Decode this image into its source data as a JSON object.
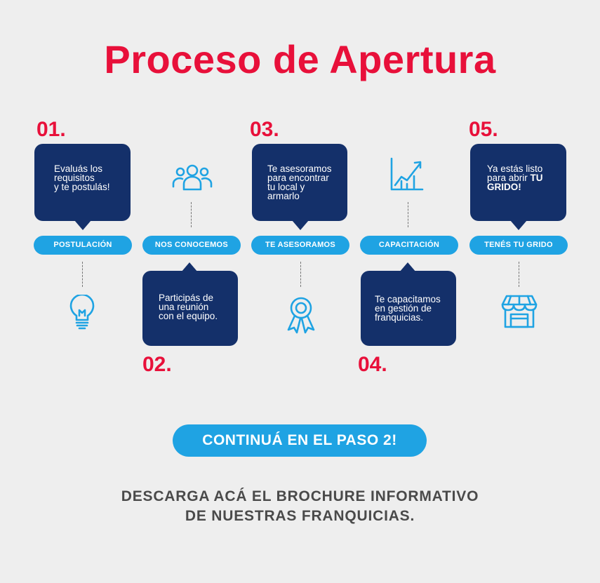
{
  "title": "Proceso de Apertura",
  "steps": [
    {
      "number": "01.",
      "pill": "POSTULACIÓN",
      "text_lines": [
        "Evaluás los",
        "requisitos",
        "y te postulás!"
      ],
      "icon": "lightbulb-icon"
    },
    {
      "number": "02.",
      "pill": "NOS CONOCEMOS",
      "text_lines": [
        "Participás de",
        "una reunión",
        "con el equipo."
      ],
      "icon": "team-icon"
    },
    {
      "number": "03.",
      "pill": "TE ASESORAMOS",
      "text_lines": [
        "Te asesoramos",
        "para encontrar",
        "tu local y",
        "armarlo"
      ],
      "icon": "award-ribbon-icon"
    },
    {
      "number": "04.",
      "pill": "CAPACITACIÓN",
      "text_lines": [
        "Te capacitamos",
        "en gestión de",
        "franquicias."
      ],
      "icon": "growth-chart-icon"
    },
    {
      "number": "05.",
      "pill": "TENÉS TU GRIDO",
      "text_lines": [
        "Ya estás listo",
        "para abrir",
        "TU",
        "GRIDO!"
      ],
      "icon": "storefront-icon"
    }
  ],
  "cta": "CONTINUÁ EN EL PASO 2!",
  "brochure": [
    "DESCARGA ACÁ EL BROCHURE INFORMATIVO",
    "DE NUESTRAS FRANQUICIAS."
  ],
  "colors": {
    "title": "#e8103a",
    "bubble": "#14306a",
    "pill": "#1fa3e3",
    "icon": "#1fa3e3",
    "background": "#eeeeee"
  }
}
